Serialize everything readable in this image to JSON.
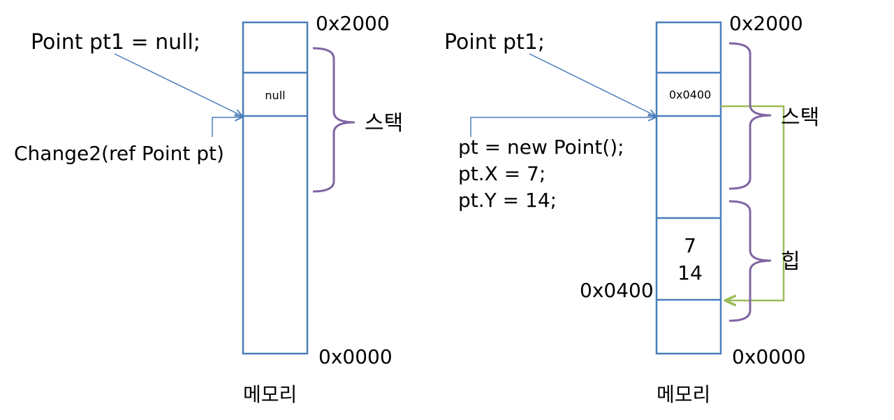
{
  "colors": {
    "memory_border": "#4a7ebb",
    "arrow": "#4a7ebb",
    "brace": "#8064a2",
    "ref_arrow": "#9bbb59",
    "text": "#000000"
  },
  "left": {
    "address_top": "0x2000",
    "address_bottom": "0x0000",
    "memory_label": "메모리",
    "cell_value": "null",
    "code_declaration": "Point pt1 = null;",
    "code_method": "Change2(ref Point pt)",
    "stack_label": "스택"
  },
  "right": {
    "address_top": "0x2000",
    "address_bottom": "0x0000",
    "address_heap": "0x0400",
    "memory_label": "메모리",
    "cell_value": "0x0400",
    "heap_value_x": "7",
    "heap_value_y": "14",
    "code_declaration": "Point pt1;",
    "code_lines": [
      "pt = new Point();",
      "pt.X = 7;",
      "pt.Y = 14;"
    ],
    "stack_label": "스택",
    "heap_label": "힙"
  }
}
